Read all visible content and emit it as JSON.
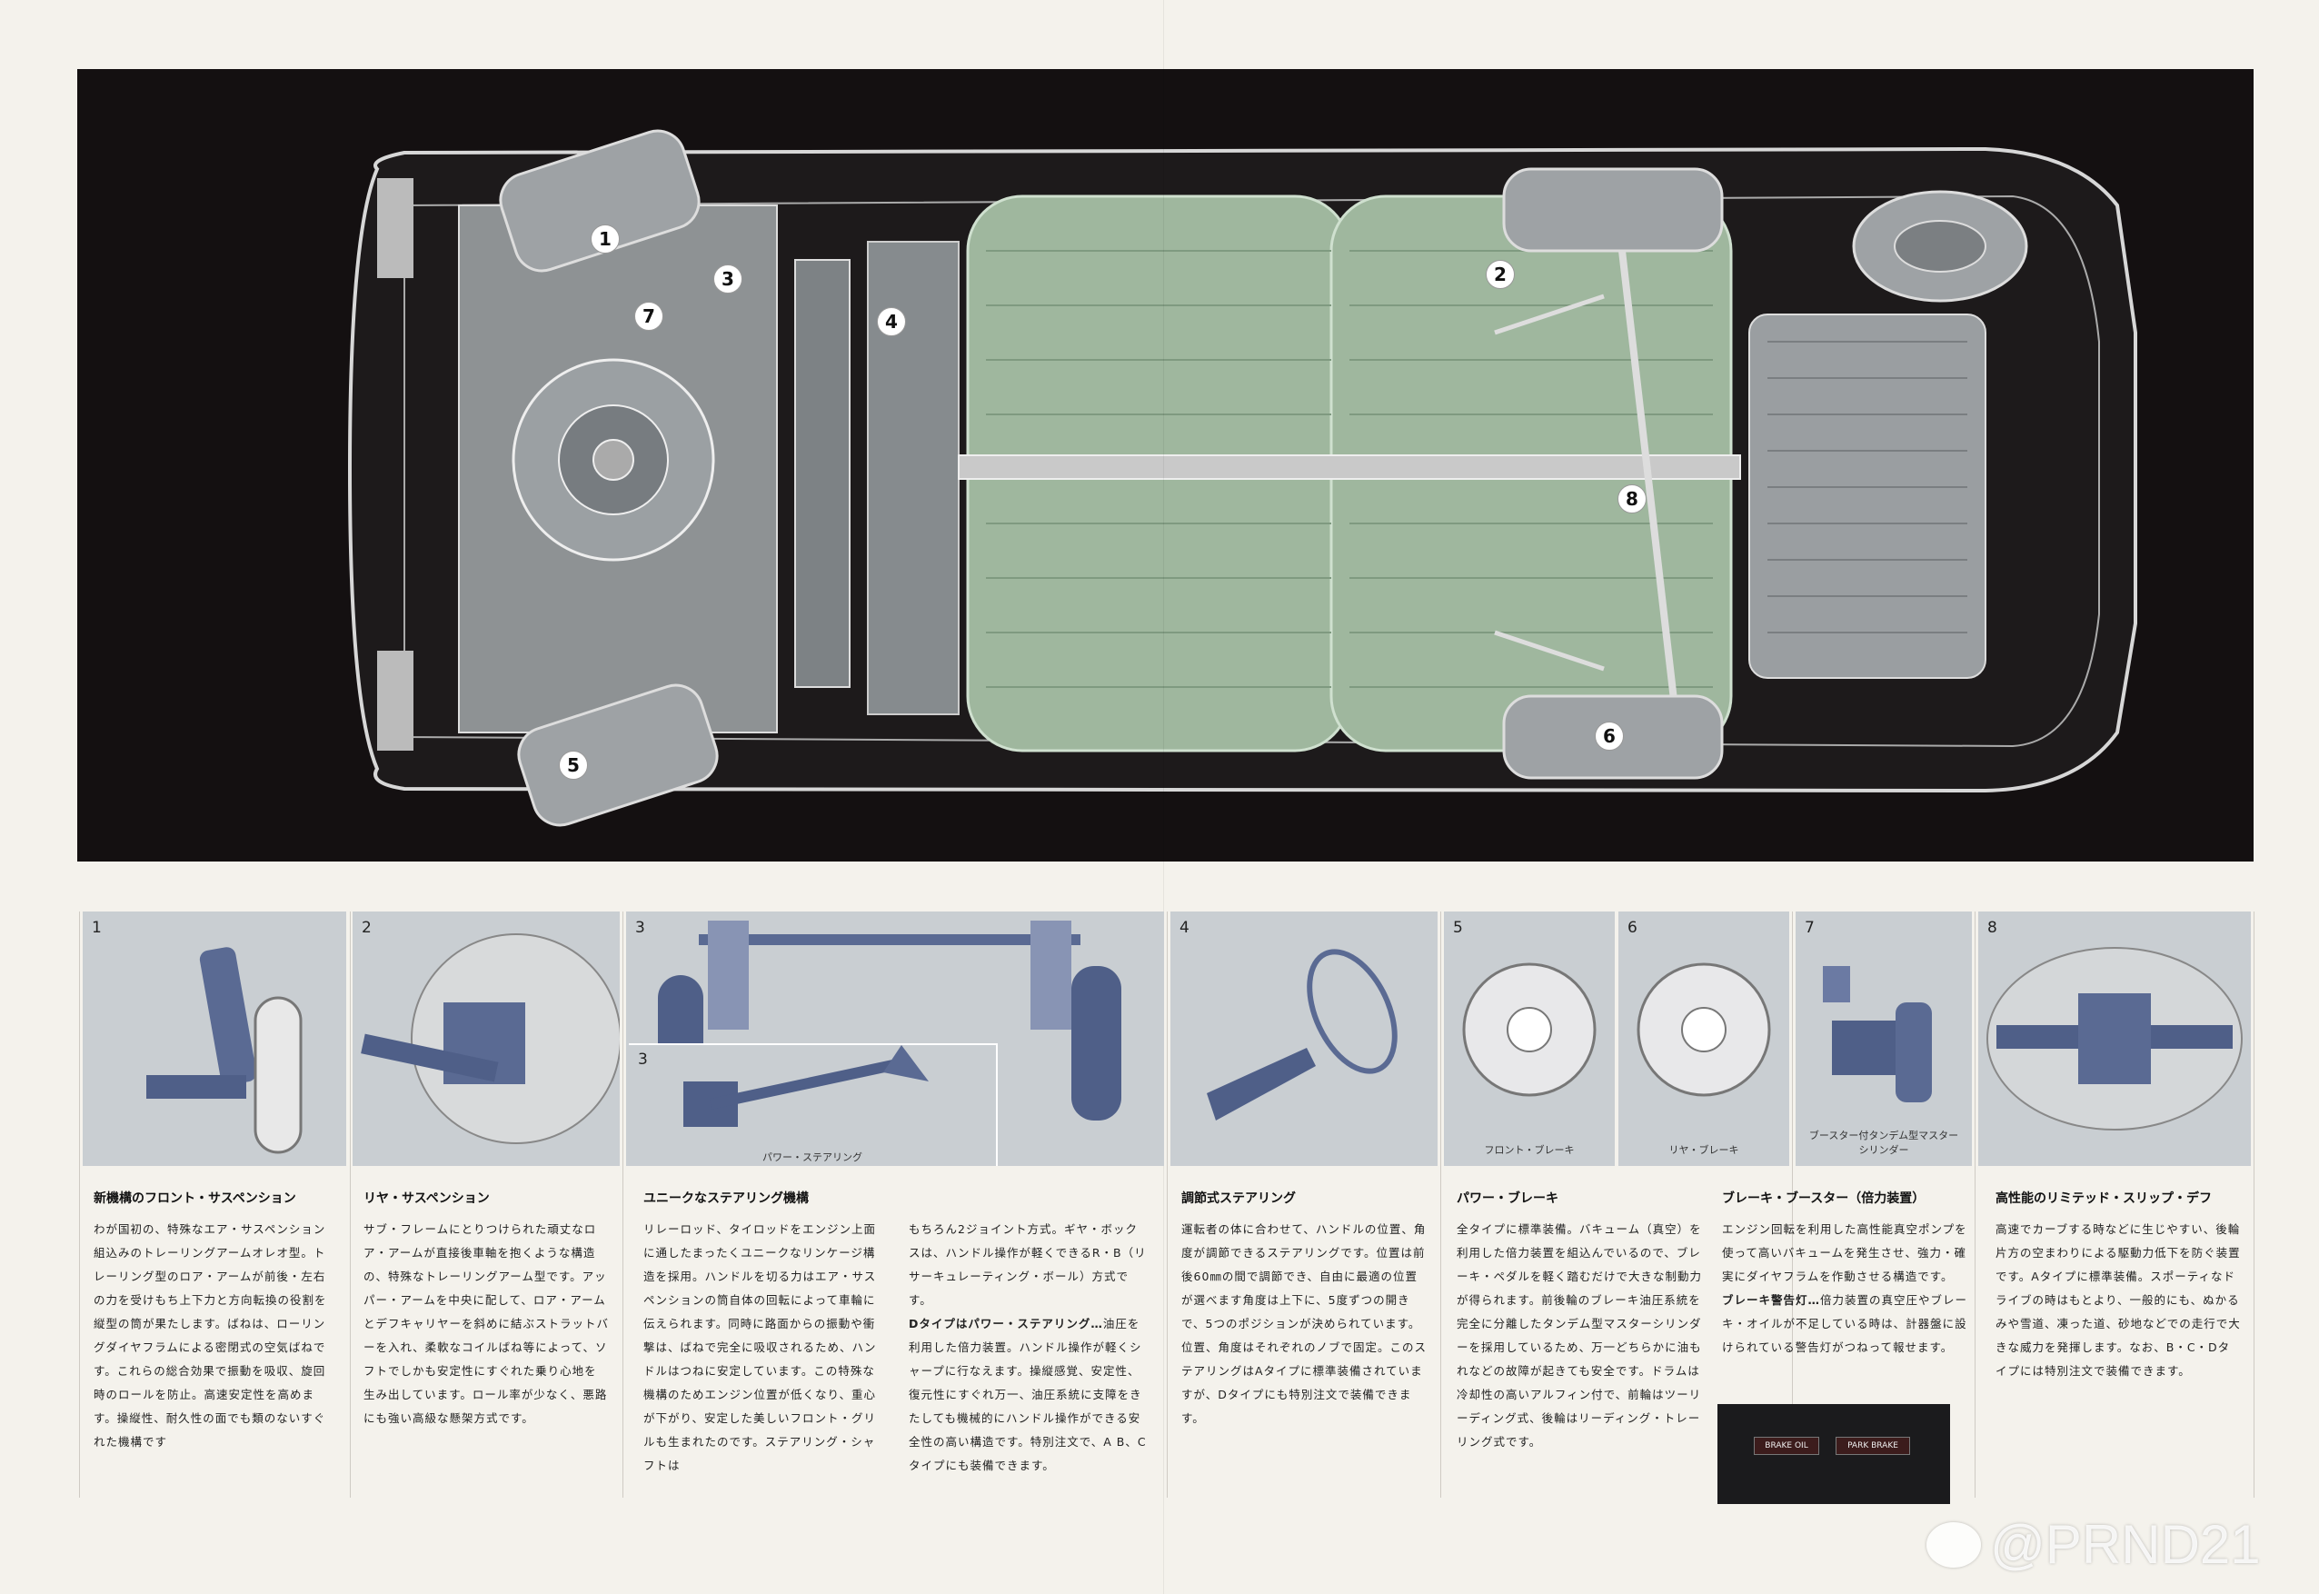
{
  "hero": {
    "callouts": [
      "1",
      "2",
      "3",
      "4",
      "5",
      "6",
      "7",
      "8"
    ]
  },
  "panels": [
    {
      "number": "1",
      "heading": "新機構のフロント・サスペンション",
      "body": "わが国初の、特殊なエア・サスペンション組込みのトレーリングアームオレオ型。トレーリング型のロア・アームが前後・左右の力を受けもち上下力と方向転換の役割を縦型の筒が果たします。ばねは、ローリングダイヤフラムによる密閉式の空気ばねです。これらの総合効果で振動を吸収、旋回時のロールを防止。高速安定性を高めます。操縦性、耐久性の面でも類のないすぐれた機構です"
    },
    {
      "number": "2",
      "heading": "リヤ・サスペンション",
      "body": "サブ・フレームにとりつけられた頑丈なロア・アームが直接後車軸を抱くような構造の、特殊なトレーリングアーム型です。アッパー・アームを中央に配して、ロア・アームとデフキャリヤーを斜めに結ぶストラットバーを入れ、柔軟なコイルばね等によって、ソフトでしかも安定性にすぐれた乗り心地を生み出しています。ロール率が少なく、悪路にも強い高級な懸架方式です。"
    },
    {
      "number": "3",
      "number2": "3",
      "caption": "パワー・ステアリング",
      "heading": "ユニークなステアリング機構",
      "body": "リレーロッド、タイロッドをエンジン上面に通したまったくユニークなリンケージ構造を採用。ハンドルを切る力はエア・サスペンションの筒自体の回転によって車輪に伝えられます。同時に路面からの振動や衝撃は、ばねで完全に吸収されるため、ハンドルはつねに安定しています。この特殊な機構のためエンジン位置が低くなり、重心が下がり、安定した美しいフロント・グリルも生まれたのです。ステアリング・シャフトは",
      "body2": "もちろん2ジョイント方式。ギヤ・ボックスは、ハンドル操作が軽くできるR・B（リサーキュレーティング・ボール）方式です。",
      "body3_head": "Dタイプはパワー・ステアリング…",
      "body3": "油圧を利用した倍力装置。ハンドル操作が軽くシャープに行なえます。操縦感覚、安定性、復元性にすぐれ万一、油圧系統に支障をきたしても機械的にハンドル操作ができる安全性の高い構造です。特別注文で、A B、Cタイプにも装備できます。"
    },
    {
      "number": "4",
      "heading": "調節式ステアリング",
      "body": "運転者の体に合わせて、ハンドルの位置、角度が調節できるステアリングです。位置は前後60㎜の間で調節でき、自由に最適の位置が選べます角度は上下に、5度ずつの開きで、5つのポジションが決められています。位置、角度はそれぞれのノブで固定。このステアリングはAタイプに標準装備されていますが、Dタイプにも特別注文で装備できます。"
    },
    {
      "number": "5",
      "number6": "6",
      "caption5": "フロント・ブレーキ",
      "caption6": "リヤ・ブレーキ",
      "heading": "パワー・ブレーキ",
      "body": "全タイプに標準装備。バキューム（真空）を利用した倍力装置を組込んでいるので、ブレーキ・ペダルを軽く踏むだけで大きな制動力が得られます。前後輪のブレーキ油圧系統を完全に分離したタンデム型マスターシリンダーを採用しているため、万一どちらかに油もれなどの故障が起きても安全です。ドラムは冷却性の高いアルフィン付で、前輪はツーリーディング式、後輪はリーディング・トレーリング式です。"
    },
    {
      "number": "7",
      "caption": "ブースター付タンデム型マスターシリンダー",
      "heading": "ブレーキ・ブースター（倍力装置）",
      "body": "エンジン回転を利用した高性能真空ポンプを使って高いバキュームを発生させ、強力・確実にダイヤフラムを作動させる構造です。",
      "body2_head": "ブレーキ警告灯…",
      "body2": "倍力装置の真空圧やブレーキ・オイルが不足している時は、計器盤に設けられている警告灯がつねって報せます。",
      "lamp1": "BRAKE OIL",
      "lamp2": "PARK BRAKE"
    },
    {
      "number": "8",
      "heading": "高性能のリミテッド・スリップ・デフ",
      "body": "高速でカーブする時などに生じやすい、後輪片方の空まわりによる駆動力低下を防ぐ装置です。Aタイプに標準装備。スポーティなドライブの時はもとより、一般的にも、ぬかるみや雪道、凍った道、砂地などでの走行で大きな威力を発揮します。なお、B・C・Dタイプには特別注文で装備できます。"
    }
  ],
  "watermark": "@PRND21",
  "colors": {
    "hero_bg": "#141011",
    "thumb_bg": "#c9ced2",
    "seat_green": "#9fb79e"
  }
}
